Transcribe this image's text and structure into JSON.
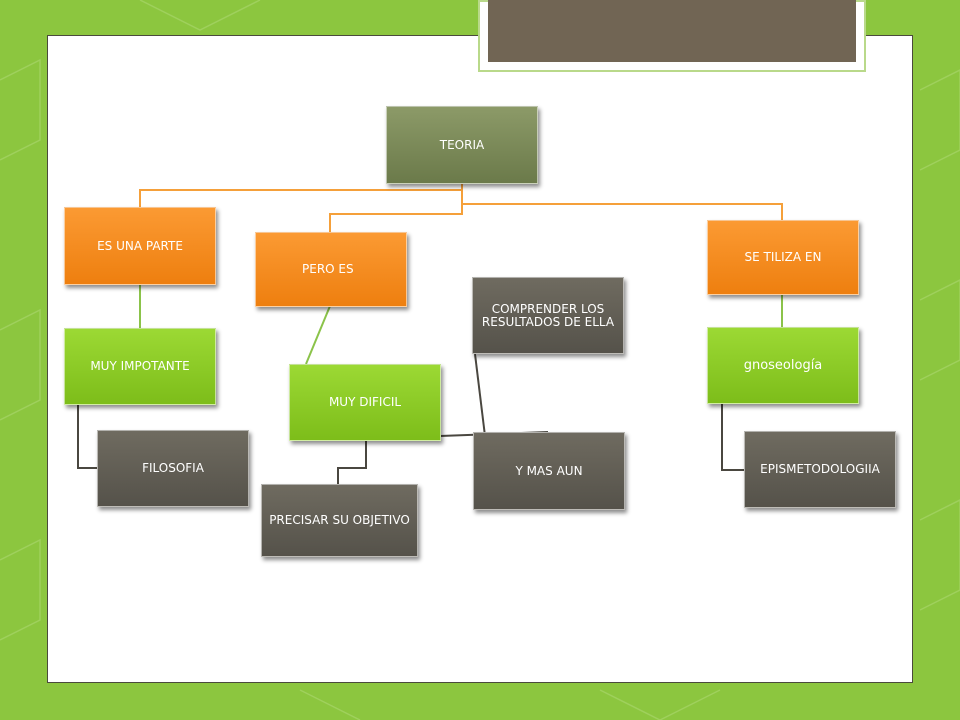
{
  "diagram": {
    "nodes": {
      "teoria": "TEORIA",
      "es_una_parte": "ES UNA PARTE",
      "pero_es": "PERO ES",
      "se_tiliza_en": "SE TILIZA EN",
      "muy_impotante": "MUY IMPOTANTE",
      "filosofia": "FILOSOFIA",
      "muy_dificil": "MUY DIFICIL",
      "comprender": "COMPRENDER LOS RESULTADOS DE ELLA",
      "y_mas_aun": "Y MAS AUN",
      "precisar": "PRECISAR SU OBJETIVO",
      "gnoseologia": "gnoseología",
      "episme": "EPISMETODOLOGIIA"
    }
  },
  "colors": {
    "background": "#8cc63f",
    "title_bar": "#716554",
    "olive_node": "#7b8a58",
    "orange_node": "#f58a1f",
    "green_node": "#8bcb26",
    "dark_node": "#5f5b52",
    "connector_orange": "#f5a03a",
    "connector_green": "#8bc34a",
    "connector_dark": "#4a4740"
  }
}
